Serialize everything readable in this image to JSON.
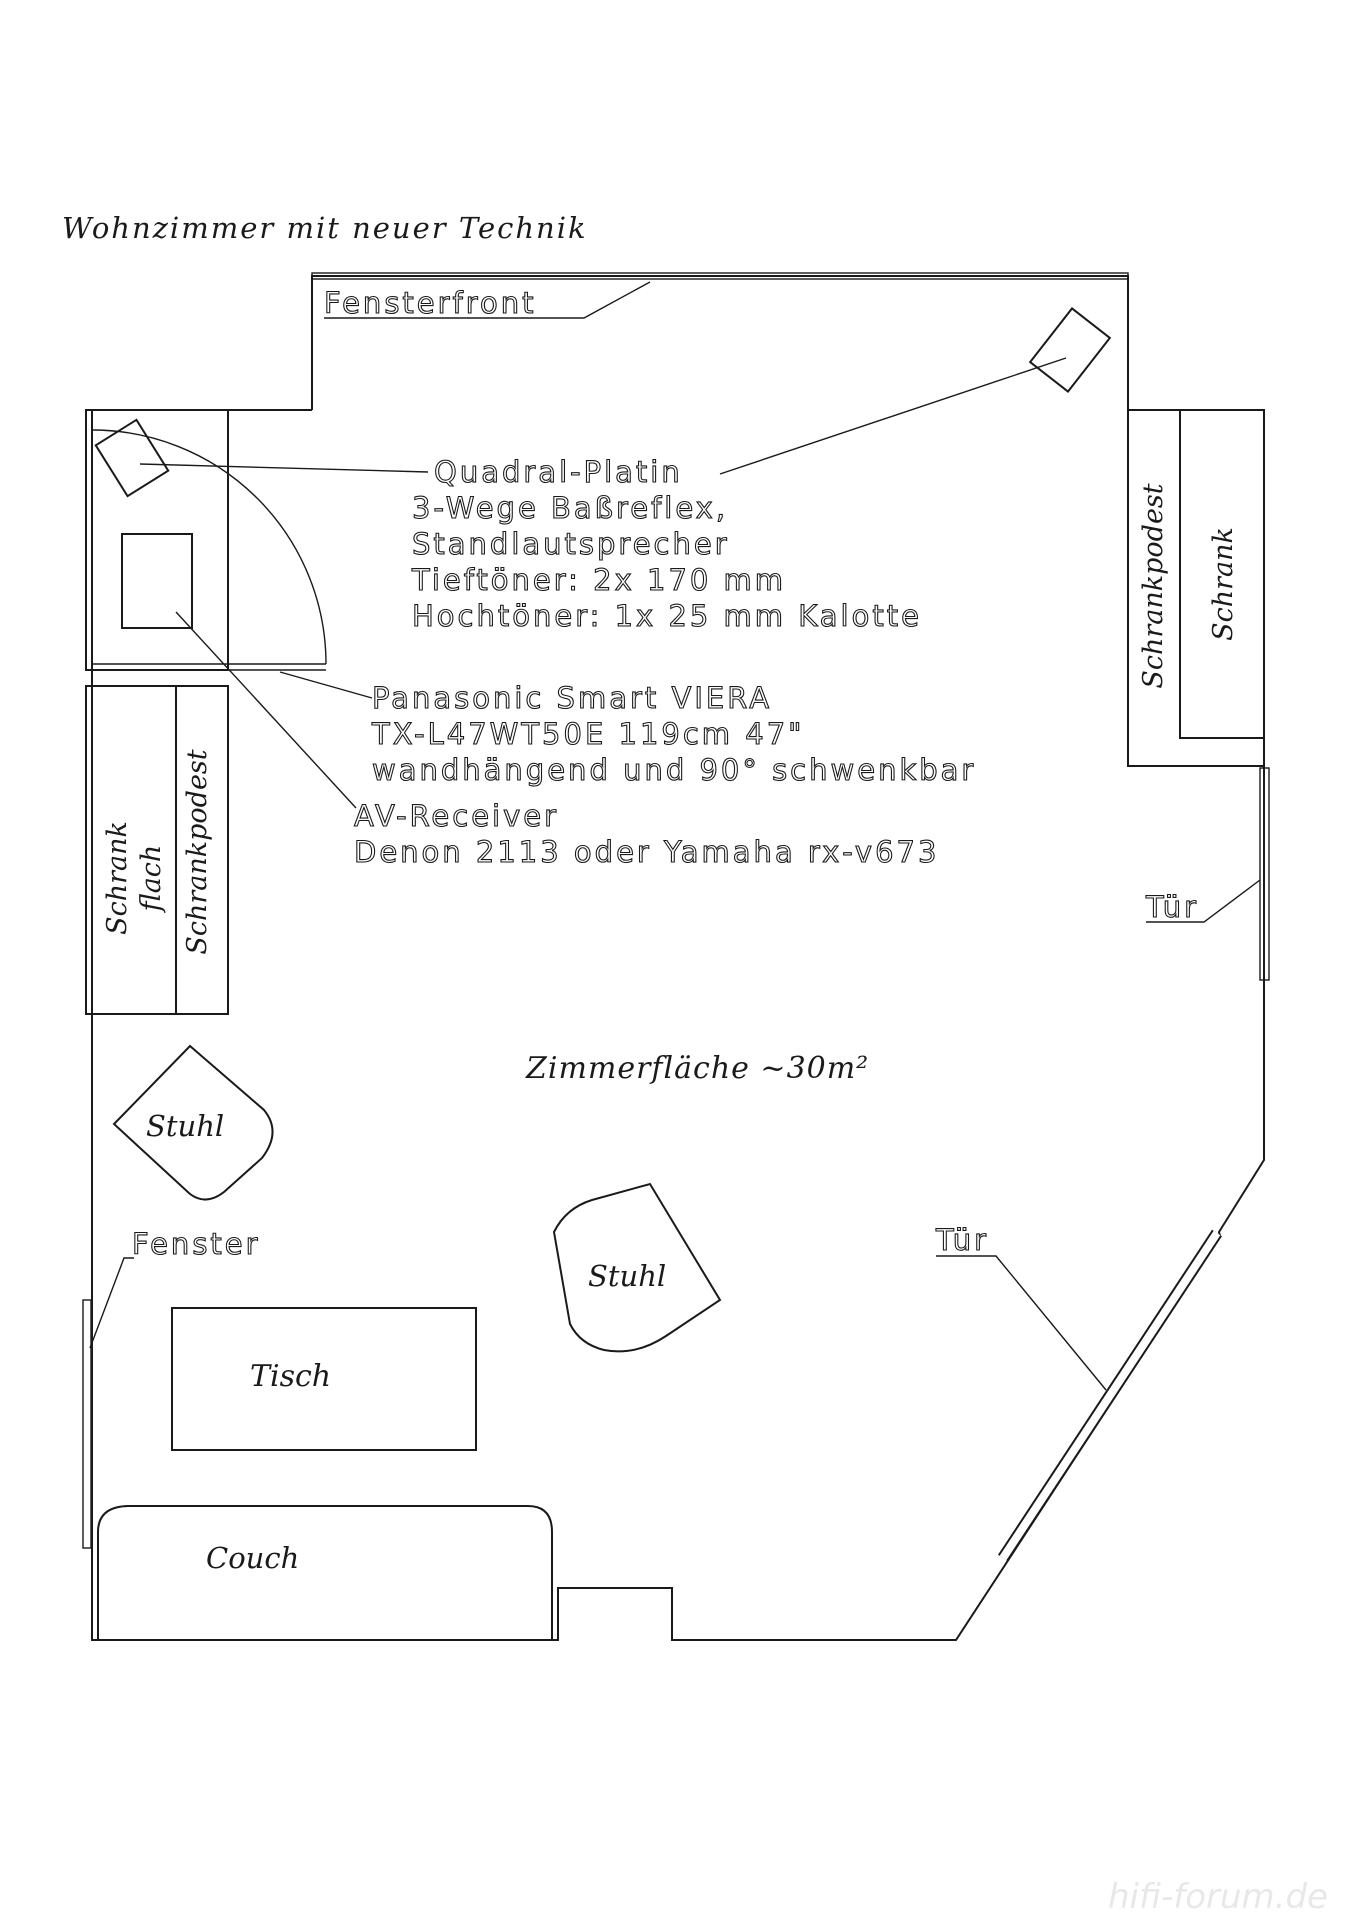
{
  "title": "Wohnzimmer mit neuer Technik",
  "labels": {
    "window_front": "Fensterfront",
    "speaker": [
      "Quadral-Platin",
      "3-Wege Baßreflex,",
      "Standlautsprecher",
      "Tieftöner: 2x 170 mm",
      "Hochtöner: 1x 25 mm Kalotte"
    ],
    "tv": [
      "Panasonic Smart VIERA",
      "TX-L47WT50E 119cm 47\"",
      "wandhängend und 90° schwenkbar"
    ],
    "receiver": [
      "AV-Receiver",
      "Denon 2113 oder Yamaha rx-v673"
    ],
    "cabinet_right_pedestal": "Schrankpodest",
    "cabinet_right": "Schrank",
    "cabinet_left_pedestal": "Schrankpodest",
    "cabinet_left": [
      "Schrank",
      "flach"
    ],
    "door_right": "Tür",
    "door_diagonal": "Tür",
    "room_area": "Zimmerfläche ~30m²",
    "chair1": "Stuhl",
    "chair2": "Stuhl",
    "window_left": "Fenster",
    "table": "Tisch",
    "couch": "Couch",
    "watermark": "hifi-forum.de"
  }
}
